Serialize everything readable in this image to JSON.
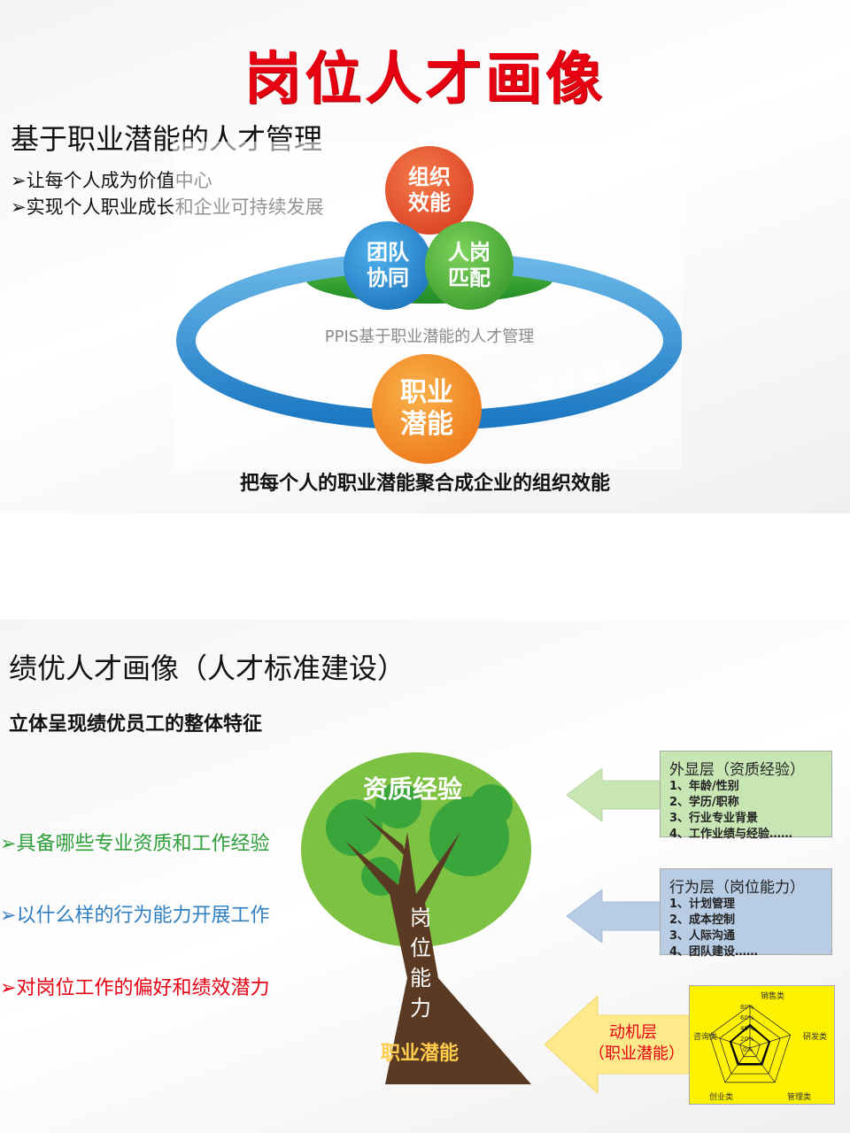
{
  "top": {
    "title": "岗位人才画像",
    "heading": "基于职业潜能的人才管理",
    "bullets": [
      "让每个人成为价值中心",
      "实现个人职业成长和企业可持续发展"
    ],
    "circles": {
      "org": "组织\n效能",
      "team": "团队\n协同",
      "match": "人岗\n匹配",
      "potential": "职业\n潜能"
    },
    "ring_label": "PPIS基于职业潜能的人才管理",
    "ring_left": "留 育 用 选",
    "ring_right": "选 用 育 留",
    "caption": "把每个人的职业潜能聚合成企业的组织效能"
  },
  "bottom": {
    "heading": "绩优人才画像（人才标准建设）",
    "subheading": "立体呈现绩优员工的整体特征",
    "questions": [
      {
        "text": "具备哪些专业资质和工作经验",
        "color": "#2e9e3a"
      },
      {
        "text": "以什么样的行为能力开展工作",
        "color": "#2f7fc1"
      },
      {
        "text": "对岗位工作的偏好和绩效潜力",
        "color": "#e60012"
      }
    ],
    "tree": {
      "crown": "资质经验",
      "trunk": "岗位能力",
      "root": "职业潜能"
    },
    "layers": {
      "outer": {
        "title": "外显层（资质经验）",
        "items": [
          "1、年龄/性别",
          "2、学历/职称",
          "3、行业专业背景",
          "4、工作业绩与经验……"
        ],
        "color": "#c8e6b4"
      },
      "behavior": {
        "title": "行为层（岗位能力）",
        "items": [
          "1、计划管理",
          "2、成本控制",
          "3、人际沟通",
          "4、团队建设……"
        ],
        "color": "#b8cce4"
      },
      "motive": {
        "title": "动机层",
        "subtitle": "（职业潜能）",
        "color": "#ffe98a"
      }
    },
    "radar": {
      "labels": [
        "销售类",
        "研发类",
        "管理类",
        "创业类",
        "咨询类"
      ],
      "ticks": [
        "80%",
        "60%",
        "40%",
        "20%",
        "0%"
      ]
    }
  }
}
